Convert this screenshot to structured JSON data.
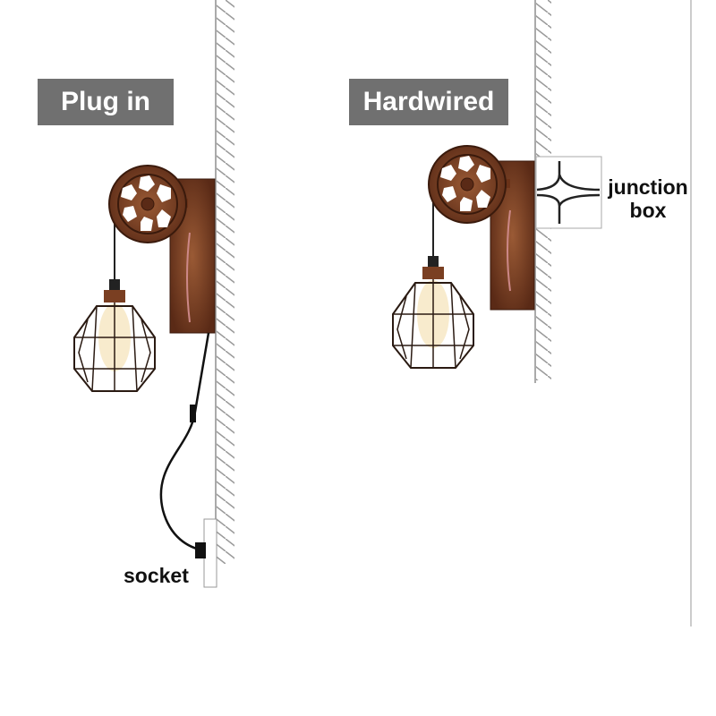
{
  "labels": {
    "plug_in": "Plug in",
    "hardwired": "Hardwired",
    "socket": "socket",
    "junction_line1": "junction",
    "junction_line2": "box"
  },
  "colors": {
    "label_bg": "#707070",
    "wood": "#7a3f22",
    "wall_hatch": "#9a9a9a",
    "cage": "#2a1a12"
  }
}
